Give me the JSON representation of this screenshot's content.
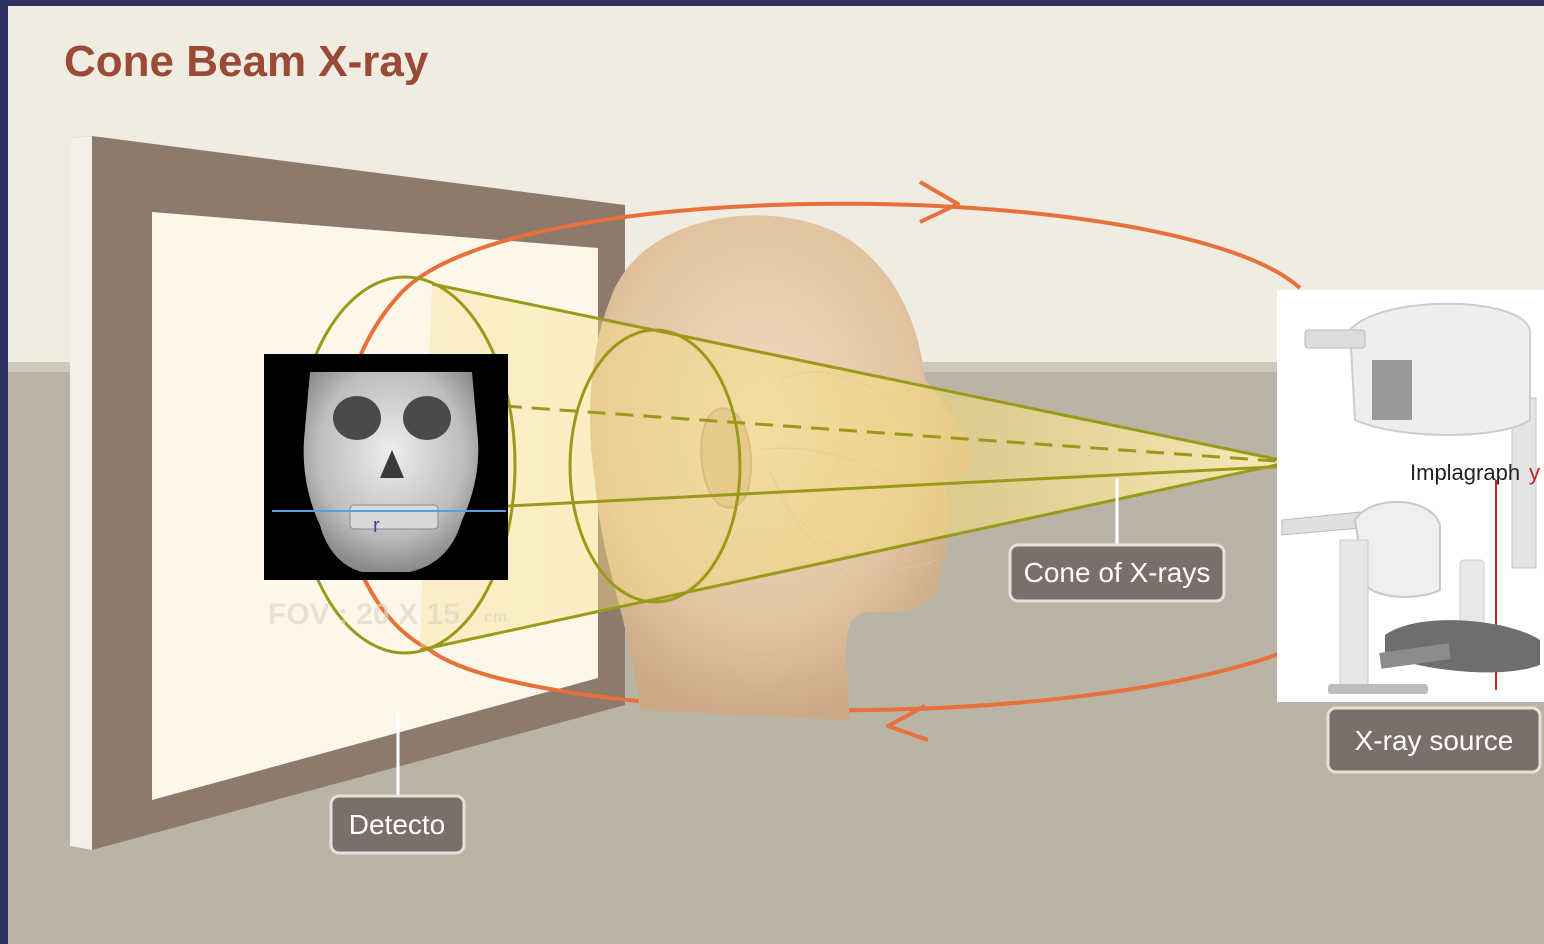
{
  "title": "Cone Beam X-ray",
  "labels": {
    "detector": "Detecto",
    "cone": "Cone of X-rays",
    "source": "X-ray source"
  },
  "skull_inset": {
    "marker_letter": "r",
    "fov_text": "FOV : 20 X 15",
    "fov_unit": "cm"
  },
  "device_inset": {
    "brand_main": "Implagraph",
    "brand_accent": "y"
  },
  "colors": {
    "title": "#9a4a35",
    "orbit": "#e8703a",
    "cone_lines": "#9a9a1a",
    "wall": "#f1ece2",
    "floor": "#b9b4a5",
    "callout_box": "#7c6f6b",
    "brand_accent": "#cc1f1f",
    "slide_border": "#2d3263"
  }
}
